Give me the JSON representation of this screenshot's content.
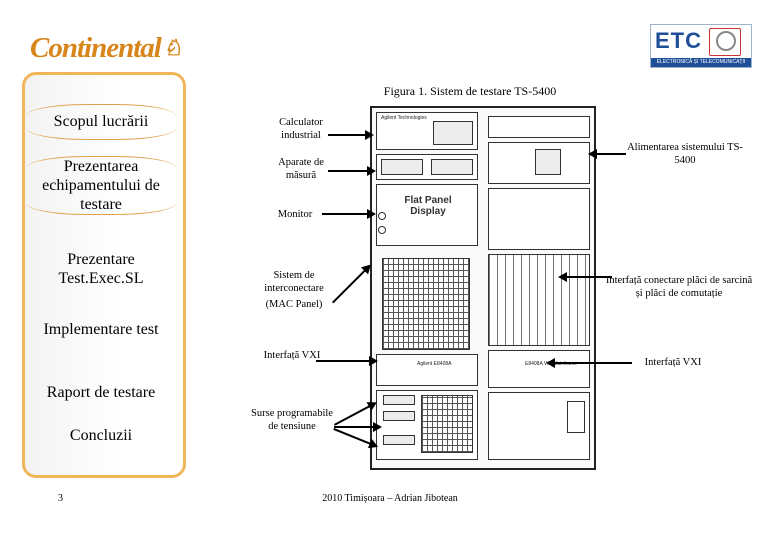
{
  "header": {
    "logo_left": "Continental",
    "logo_right": "ETC",
    "logo_right_bar": "ELECTRONICĂ ȘI TELECOMUNICAȚII"
  },
  "sidebar": {
    "items": [
      "Scopul lucrării",
      "Prezentarea echipamentului de testare",
      "Prezentare Test.Exec.SL",
      "Implementare test",
      "Raport de testare",
      "Concluzii"
    ]
  },
  "figure": {
    "caption": "Figura 1. Sistem de testare TS-5400",
    "labels_left": [
      "Calculator industrial",
      "Aparate de măsură",
      "Monitor",
      "Sistem de interconectare",
      "(MAC Panel)",
      "Interfață VXI",
      "Surse programabile de tensiune"
    ],
    "labels_right": [
      "Alimentarea sistemului TS-5400",
      "Interfață conectare plăci de sarcină și plăci de comutație",
      "Interfață VXI"
    ],
    "rack_texts": {
      "flat_panel": "Flat Panel Display"
    }
  },
  "footer": {
    "page_number": "3",
    "text": "2010 Timișoara – Adrian Jibotean"
  }
}
